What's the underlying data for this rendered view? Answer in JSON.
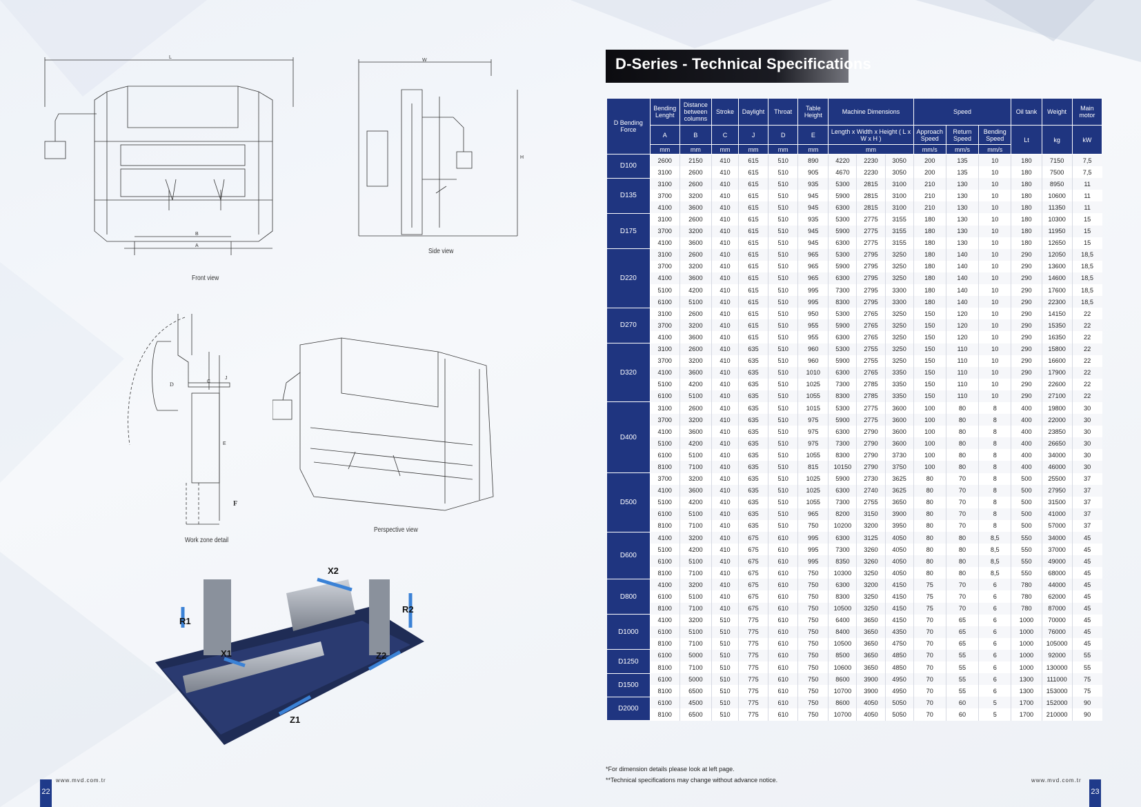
{
  "left_page": {
    "captions": {
      "front_view": "Front view",
      "side_view": "Side view",
      "work_zone": "Work zone detail",
      "perspective": "Perspective view"
    },
    "dimension_letters": {
      "L": "L",
      "W": "W",
      "H": "H",
      "A": "A",
      "B": "B",
      "C": "C",
      "D": "D",
      "E": "E",
      "F": "F",
      "J": "J"
    },
    "axis_labels": [
      "R1",
      "X2",
      "R2",
      "X1",
      "Z2",
      "Z1"
    ],
    "page_number": "22",
    "url": "www.mvd.com.tr"
  },
  "right_page": {
    "title": "D-Series - Technical Specifications",
    "page_number": "23",
    "url": "www.mvd.com.tr",
    "footnotes": [
      "*For dimension details please look at left page.",
      "**Technical specifications may change without advance notice."
    ]
  },
  "table": {
    "h_model": "D Bending Force",
    "h_bending": "Bending Lenght",
    "h_distance": "Distance between columns",
    "h_stroke": "Stroke",
    "h_daylight": "Daylight",
    "h_throat": "Throat",
    "h_table": "Table Height",
    "h_machine_dims": "Machine Dimensions",
    "h_speed": "Speed",
    "h_oil": "Oil tank",
    "h_weight": "Weight",
    "h_motor": "Main motor",
    "h_letters": [
      "A",
      "B",
      "C",
      "J",
      "D",
      "E"
    ],
    "h_lwh": "Length x Width x Height ( L x W x H )",
    "h_approach": "Approach Speed",
    "h_return": "Return Speed",
    "h_bend_speed": "Bending Speed",
    "h_lt": "Lt",
    "h_kg": "kg",
    "h_kw": "kW",
    "h_mm": "mm",
    "h_mms": "mm/s",
    "groups": [
      {
        "model": "D100",
        "rows": [
          [
            "2600",
            "2150",
            "410",
            "615",
            "510",
            "890",
            "4220",
            "2230",
            "3050",
            "200",
            "135",
            "10",
            "180",
            "7150",
            "7,5"
          ],
          [
            "3100",
            "2600",
            "410",
            "615",
            "510",
            "905",
            "4670",
            "2230",
            "3050",
            "200",
            "135",
            "10",
            "180",
            "7500",
            "7,5"
          ]
        ]
      },
      {
        "model": "D135",
        "rows": [
          [
            "3100",
            "2600",
            "410",
            "615",
            "510",
            "935",
            "5300",
            "2815",
            "3100",
            "210",
            "130",
            "10",
            "180",
            "8950",
            "11"
          ],
          [
            "3700",
            "3200",
            "410",
            "615",
            "510",
            "945",
            "5900",
            "2815",
            "3100",
            "210",
            "130",
            "10",
            "180",
            "10600",
            "11"
          ],
          [
            "4100",
            "3600",
            "410",
            "615",
            "510",
            "945",
            "6300",
            "2815",
            "3100",
            "210",
            "130",
            "10",
            "180",
            "11350",
            "11"
          ]
        ]
      },
      {
        "model": "D175",
        "rows": [
          [
            "3100",
            "2600",
            "410",
            "615",
            "510",
            "935",
            "5300",
            "2775",
            "3155",
            "180",
            "130",
            "10",
            "180",
            "10300",
            "15"
          ],
          [
            "3700",
            "3200",
            "410",
            "615",
            "510",
            "945",
            "5900",
            "2775",
            "3155",
            "180",
            "130",
            "10",
            "180",
            "11950",
            "15"
          ],
          [
            "4100",
            "3600",
            "410",
            "615",
            "510",
            "945",
            "6300",
            "2775",
            "3155",
            "180",
            "130",
            "10",
            "180",
            "12650",
            "15"
          ]
        ]
      },
      {
        "model": "D220",
        "rows": [
          [
            "3100",
            "2600",
            "410",
            "615",
            "510",
            "965",
            "5300",
            "2795",
            "3250",
            "180",
            "140",
            "10",
            "290",
            "12050",
            "18,5"
          ],
          [
            "3700",
            "3200",
            "410",
            "615",
            "510",
            "965",
            "5900",
            "2795",
            "3250",
            "180",
            "140",
            "10",
            "290",
            "13600",
            "18,5"
          ],
          [
            "4100",
            "3600",
            "410",
            "615",
            "510",
            "965",
            "6300",
            "2795",
            "3250",
            "180",
            "140",
            "10",
            "290",
            "14600",
            "18,5"
          ],
          [
            "5100",
            "4200",
            "410",
            "615",
            "510",
            "995",
            "7300",
            "2795",
            "3300",
            "180",
            "140",
            "10",
            "290",
            "17600",
            "18,5"
          ],
          [
            "6100",
            "5100",
            "410",
            "615",
            "510",
            "995",
            "8300",
            "2795",
            "3300",
            "180",
            "140",
            "10",
            "290",
            "22300",
            "18,5"
          ]
        ]
      },
      {
        "model": "D270",
        "rows": [
          [
            "3100",
            "2600",
            "410",
            "615",
            "510",
            "950",
            "5300",
            "2765",
            "3250",
            "150",
            "120",
            "10",
            "290",
            "14150",
            "22"
          ],
          [
            "3700",
            "3200",
            "410",
            "615",
            "510",
            "955",
            "5900",
            "2765",
            "3250",
            "150",
            "120",
            "10",
            "290",
            "15350",
            "22"
          ],
          [
            "4100",
            "3600",
            "410",
            "615",
            "510",
            "955",
            "6300",
            "2765",
            "3250",
            "150",
            "120",
            "10",
            "290",
            "16350",
            "22"
          ]
        ]
      },
      {
        "model": "D320",
        "rows": [
          [
            "3100",
            "2600",
            "410",
            "635",
            "510",
            "960",
            "5300",
            "2755",
            "3250",
            "150",
            "110",
            "10",
            "290",
            "15800",
            "22"
          ],
          [
            "3700",
            "3200",
            "410",
            "635",
            "510",
            "960",
            "5900",
            "2755",
            "3250",
            "150",
            "110",
            "10",
            "290",
            "16600",
            "22"
          ],
          [
            "4100",
            "3600",
            "410",
            "635",
            "510",
            "1010",
            "6300",
            "2765",
            "3350",
            "150",
            "110",
            "10",
            "290",
            "17900",
            "22"
          ],
          [
            "5100",
            "4200",
            "410",
            "635",
            "510",
            "1025",
            "7300",
            "2785",
            "3350",
            "150",
            "110",
            "10",
            "290",
            "22600",
            "22"
          ],
          [
            "6100",
            "5100",
            "410",
            "635",
            "510",
            "1055",
            "8300",
            "2785",
            "3350",
            "150",
            "110",
            "10",
            "290",
            "27100",
            "22"
          ]
        ]
      },
      {
        "model": "D400",
        "rows": [
          [
            "3100",
            "2600",
            "410",
            "635",
            "510",
            "1015",
            "5300",
            "2775",
            "3600",
            "100",
            "80",
            "8",
            "400",
            "19800",
            "30"
          ],
          [
            "3700",
            "3200",
            "410",
            "635",
            "510",
            "975",
            "5900",
            "2775",
            "3600",
            "100",
            "80",
            "8",
            "400",
            "22000",
            "30"
          ],
          [
            "4100",
            "3600",
            "410",
            "635",
            "510",
            "975",
            "6300",
            "2790",
            "3600",
            "100",
            "80",
            "8",
            "400",
            "23850",
            "30"
          ],
          [
            "5100",
            "4200",
            "410",
            "635",
            "510",
            "975",
            "7300",
            "2790",
            "3600",
            "100",
            "80",
            "8",
            "400",
            "26650",
            "30"
          ],
          [
            "6100",
            "5100",
            "410",
            "635",
            "510",
            "1055",
            "8300",
            "2790",
            "3730",
            "100",
            "80",
            "8",
            "400",
            "34000",
            "30"
          ],
          [
            "8100",
            "7100",
            "410",
            "635",
            "510",
            "815",
            "10150",
            "2790",
            "3750",
            "100",
            "80",
            "8",
            "400",
            "46000",
            "30"
          ]
        ]
      },
      {
        "model": "D500",
        "rows": [
          [
            "3700",
            "3200",
            "410",
            "635",
            "510",
            "1025",
            "5900",
            "2730",
            "3625",
            "80",
            "70",
            "8",
            "500",
            "25500",
            "37"
          ],
          [
            "4100",
            "3600",
            "410",
            "635",
            "510",
            "1025",
            "6300",
            "2740",
            "3625",
            "80",
            "70",
            "8",
            "500",
            "27950",
            "37"
          ],
          [
            "5100",
            "4200",
            "410",
            "635",
            "510",
            "1055",
            "7300",
            "2755",
            "3650",
            "80",
            "70",
            "8",
            "500",
            "31500",
            "37"
          ],
          [
            "6100",
            "5100",
            "410",
            "635",
            "510",
            "965",
            "8200",
            "3150",
            "3900",
            "80",
            "70",
            "8",
            "500",
            "41000",
            "37"
          ],
          [
            "8100",
            "7100",
            "410",
            "635",
            "510",
            "750",
            "10200",
            "3200",
            "3950",
            "80",
            "70",
            "8",
            "500",
            "57000",
            "37"
          ]
        ]
      },
      {
        "model": "D600",
        "rows": [
          [
            "4100",
            "3200",
            "410",
            "675",
            "610",
            "995",
            "6300",
            "3125",
            "4050",
            "80",
            "80",
            "8,5",
            "550",
            "34000",
            "45"
          ],
          [
            "5100",
            "4200",
            "410",
            "675",
            "610",
            "995",
            "7300",
            "3260",
            "4050",
            "80",
            "80",
            "8,5",
            "550",
            "37000",
            "45"
          ],
          [
            "6100",
            "5100",
            "410",
            "675",
            "610",
            "995",
            "8350",
            "3260",
            "4050",
            "80",
            "80",
            "8,5",
            "550",
            "49000",
            "45"
          ],
          [
            "8100",
            "7100",
            "410",
            "675",
            "610",
            "750",
            "10300",
            "3250",
            "4050",
            "80",
            "80",
            "8,5",
            "550",
            "68000",
            "45"
          ]
        ]
      },
      {
        "model": "D800",
        "rows": [
          [
            "4100",
            "3200",
            "410",
            "675",
            "610",
            "750",
            "6300",
            "3200",
            "4150",
            "75",
            "70",
            "6",
            "780",
            "44000",
            "45"
          ],
          [
            "6100",
            "5100",
            "410",
            "675",
            "610",
            "750",
            "8300",
            "3250",
            "4150",
            "75",
            "70",
            "6",
            "780",
            "62000",
            "45"
          ],
          [
            "8100",
            "7100",
            "410",
            "675",
            "610",
            "750",
            "10500",
            "3250",
            "4150",
            "75",
            "70",
            "6",
            "780",
            "87000",
            "45"
          ]
        ]
      },
      {
        "model": "D1000",
        "rows": [
          [
            "4100",
            "3200",
            "510",
            "775",
            "610",
            "750",
            "6400",
            "3650",
            "4150",
            "70",
            "65",
            "6",
            "1000",
            "70000",
            "45"
          ],
          [
            "6100",
            "5100",
            "510",
            "775",
            "610",
            "750",
            "8400",
            "3650",
            "4350",
            "70",
            "65",
            "6",
            "1000",
            "76000",
            "45"
          ],
          [
            "8100",
            "7100",
            "510",
            "775",
            "610",
            "750",
            "10500",
            "3650",
            "4750",
            "70",
            "65",
            "6",
            "1000",
            "105000",
            "45"
          ]
        ]
      },
      {
        "model": "D1250",
        "rows": [
          [
            "6100",
            "5000",
            "510",
            "775",
            "610",
            "750",
            "8500",
            "3650",
            "4850",
            "70",
            "55",
            "6",
            "1000",
            "92000",
            "55"
          ],
          [
            "8100",
            "7100",
            "510",
            "775",
            "610",
            "750",
            "10600",
            "3650",
            "4850",
            "70",
            "55",
            "6",
            "1000",
            "130000",
            "55"
          ]
        ]
      },
      {
        "model": "D1500",
        "rows": [
          [
            "6100",
            "5000",
            "510",
            "775",
            "610",
            "750",
            "8600",
            "3900",
            "4950",
            "70",
            "55",
            "6",
            "1300",
            "111000",
            "75"
          ],
          [
            "8100",
            "6500",
            "510",
            "775",
            "610",
            "750",
            "10700",
            "3900",
            "4950",
            "70",
            "55",
            "6",
            "1300",
            "153000",
            "75"
          ]
        ]
      },
      {
        "model": "D2000",
        "rows": [
          [
            "6100",
            "4500",
            "510",
            "775",
            "610",
            "750",
            "8600",
            "4050",
            "5050",
            "70",
            "60",
            "5",
            "1700",
            "152000",
            "90"
          ],
          [
            "8100",
            "6500",
            "510",
            "775",
            "610",
            "750",
            "10700",
            "4050",
            "5050",
            "70",
            "60",
            "5",
            "1700",
            "210000",
            "90"
          ]
        ]
      }
    ]
  },
  "colors": {
    "navy": "#1f3580",
    "title_bg": "#111218",
    "page_tab": "#1f3a8a"
  }
}
